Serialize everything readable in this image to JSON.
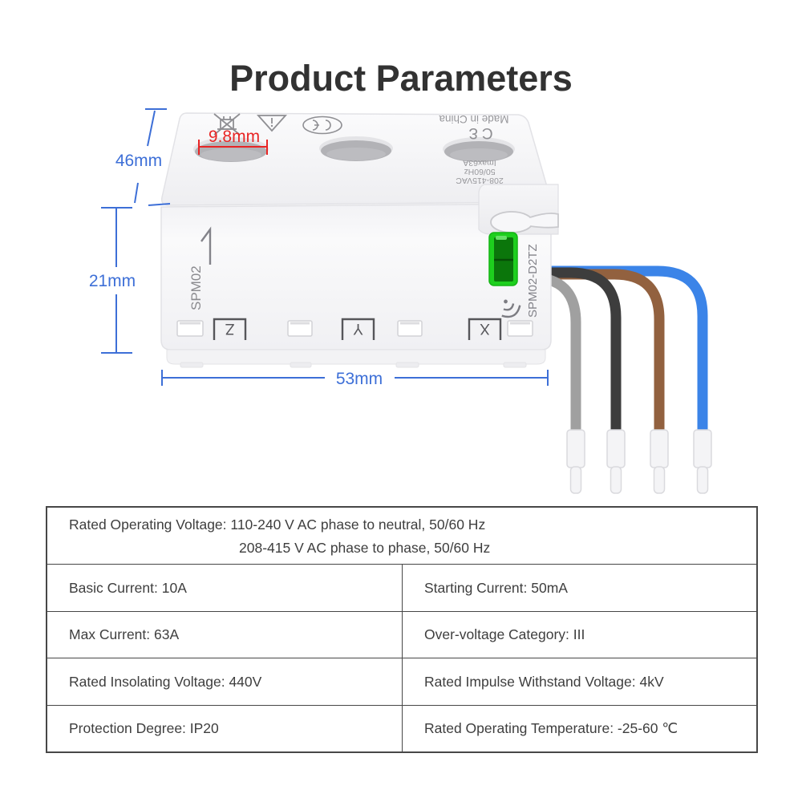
{
  "title": "Product Parameters",
  "annotations": {
    "height_top": "46mm",
    "height_front": "21mm",
    "width": "53mm",
    "hole_diameter": "9.8mm"
  },
  "device": {
    "made_in": "Made in China",
    "ce_mark": "CƐ",
    "rating_line1": "208-415VAC",
    "rating_line2": "50/60Hz",
    "rating_line3": "Imax63A",
    "model": "SPM02",
    "model_code": "SPM02-D2TZ",
    "terminal_z": "Z",
    "terminal_y": "Y",
    "terminal_x": "X",
    "wire_colors": [
      "gray",
      "black",
      "brown",
      "blue"
    ]
  },
  "table": {
    "voltage_line1": "Rated Operating Voltage: 110-240 V AC phase to neutral, 50/60 Hz",
    "voltage_line2": "208-415 V AC phase to phase, 50/60 Hz",
    "rows": [
      {
        "left": "Basic Current: 10A",
        "right": "Starting Current: 50mA"
      },
      {
        "left": "Max Current: 63A",
        "right": "Over-voltage Category: III"
      },
      {
        "left": "Rated Insolating Voltage: 440V",
        "right": "Rated Impulse Withstand Voltage: 4kV"
      },
      {
        "left": "Protection Degree: IP20",
        "right": "Rated Operating Temperature: -25-60 ℃"
      }
    ]
  },
  "colors": {
    "dimension_blue": "#3d6fd7",
    "annotation_red": "#e82525",
    "connector_green": "#1ecf1e",
    "connector_green_dark": "#0b760b",
    "wire_gray": "#a0a0a0",
    "wire_black": "#3d3d3d",
    "wire_brown": "#92613f",
    "wire_blue": "#3b84e8"
  }
}
